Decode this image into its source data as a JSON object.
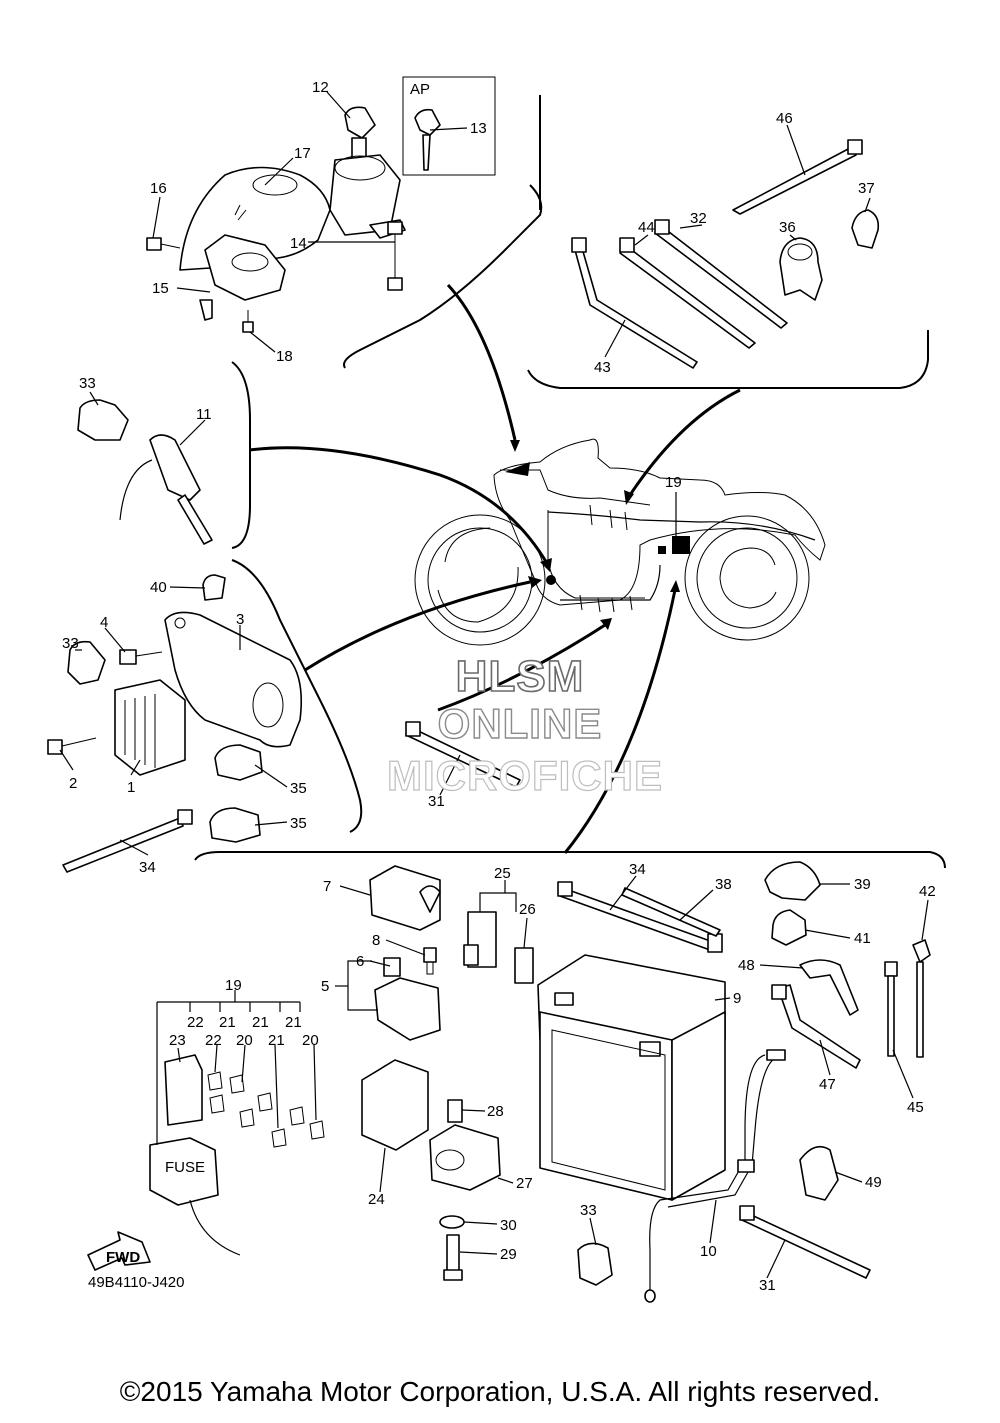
{
  "diagram": {
    "inset_label": "AP",
    "part_code": "49B4110-J420",
    "fwd_label": "FWD",
    "fuse_label": "FUSE",
    "callouts": {
      "p1": "1",
      "p2": "2",
      "p3": "3",
      "p4": "4",
      "p5": "5",
      "p6": "6",
      "p7": "7",
      "p8": "8",
      "p9": "9",
      "p10": "10",
      "p11": "11",
      "p12": "12",
      "p13": "13",
      "p14": "14",
      "p15": "15",
      "p16": "16",
      "p17": "17",
      "p18": "18",
      "p19a": "19",
      "p19b": "19",
      "p20a": "20",
      "p20b": "20",
      "p21a": "21",
      "p21b": "21",
      "p21c": "21",
      "p21d": "21",
      "p22a": "22",
      "p22b": "22",
      "p23": "23",
      "p24": "24",
      "p25": "25",
      "p26": "26",
      "p27": "27",
      "p28": "28",
      "p29": "29",
      "p30": "30",
      "p31a": "31",
      "p31b": "31",
      "p32": "32",
      "p33a": "33",
      "p33b": "33",
      "p33c": "33",
      "p34a": "34",
      "p34b": "34",
      "p35a": "35",
      "p35b": "35",
      "p36": "36",
      "p37": "37",
      "p38": "38",
      "p39": "39",
      "p40": "40",
      "p41": "41",
      "p42": "42",
      "p43": "43",
      "p44": "44",
      "p45": "45",
      "p46": "46",
      "p47": "47",
      "p48": "48",
      "p49": "49"
    }
  },
  "watermark": {
    "line1": "HLSM",
    "line2": "ONLINE",
    "line3": "MICROFICHE"
  },
  "copyright": "©2015 Yamaha Motor Corporation, U.S.A. All rights reserved."
}
